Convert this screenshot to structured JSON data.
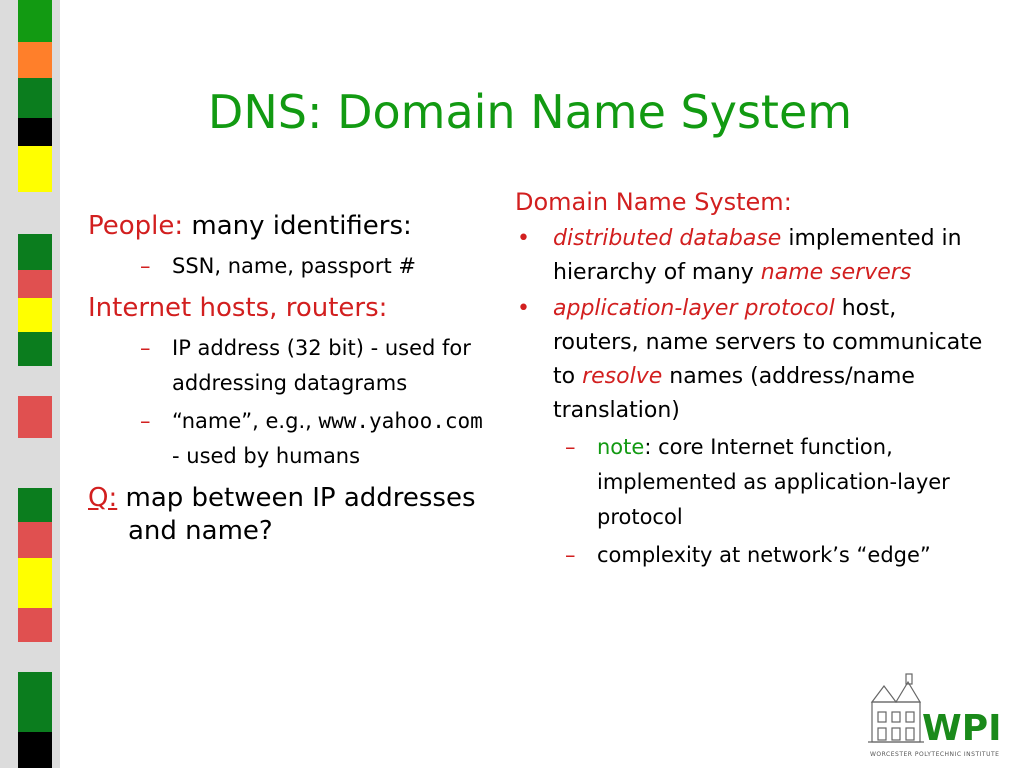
{
  "slide": {
    "title": "DNS: Domain Name System",
    "left": {
      "people_label": "People:",
      "people_rest": " many identifiers:",
      "people_items": [
        "SSN, name, passport #"
      ],
      "hosts_label": "Internet hosts, routers:",
      "hosts_item1": "IP address (32 bit) - used for addressing datagrams",
      "hosts_item2_pre": "“name”, e.g., ",
      "hosts_item2_code": "www.yahoo.com",
      "hosts_item2_post": " - used by humans",
      "q_label": "Q:",
      "q_rest": " map between IP addresses and name?"
    },
    "right": {
      "heading": "Domain Name System:",
      "b1_em": "distributed database",
      "b1_rest": " implemented in hierarchy of many ",
      "b1_em2": "name servers",
      "b2_em": "application-layer protocol",
      "b2_rest": " host, routers, name servers to communicate to ",
      "b2_em2": "resolve",
      "b2_rest2": " names (address/name translation)",
      "s1_note": "note",
      "s1_rest": ": core Internet function, implemented as application-layer protocol",
      "s2": "complexity at network’s “edge”"
    },
    "logo_text": "WPI",
    "logo_caption": "WORCESTER POLYTECHNIC INSTITUTE"
  }
}
